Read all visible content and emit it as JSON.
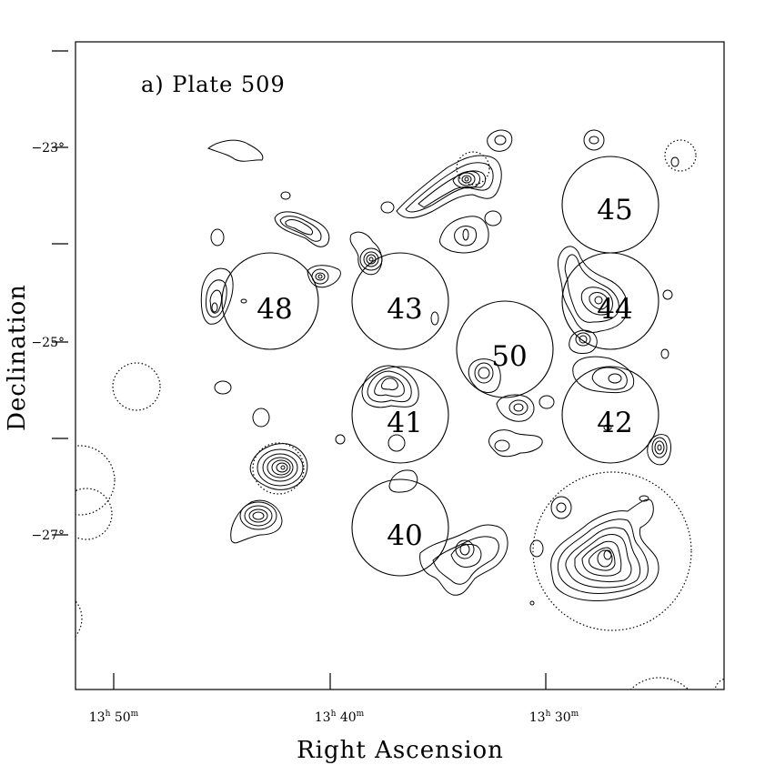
{
  "panel_label": "a) Plate 509",
  "x_axis": {
    "title": "Right Ascension",
    "ticks": [
      {
        "h": "13",
        "hs": "h",
        "m": "50",
        "ms": "m"
      },
      {
        "h": "13",
        "hs": "h",
        "m": "40",
        "ms": "m"
      },
      {
        "h": "13",
        "hs": "h",
        "m": "30",
        "ms": "m"
      }
    ]
  },
  "y_axis": {
    "title": "Declination",
    "ticks": [
      "−23°",
      "−25°",
      "−27°"
    ]
  },
  "fields": [
    {
      "id": "45"
    },
    {
      "id": "48"
    },
    {
      "id": "43"
    },
    {
      "id": "44"
    },
    {
      "id": "50"
    },
    {
      "id": "41"
    },
    {
      "id": "42"
    },
    {
      "id": "40"
    }
  ]
}
